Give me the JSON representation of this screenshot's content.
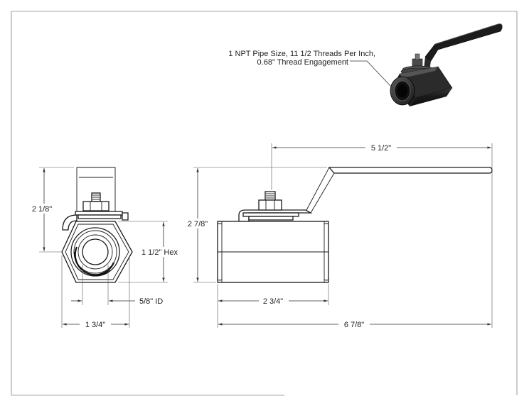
{
  "callout": {
    "line1": "1 NPT Pipe Size, 11 1/2 Threads Per Inch,",
    "line2": "0.68\" Thread Engagement"
  },
  "dimensions": {
    "front_height": "2 1/8\"",
    "hex": "1 1/2\" Hex",
    "inner_diameter": "5/8\" ID",
    "front_width": "1 3/4\"",
    "handle_length": "5 1/2\"",
    "side_height": "2 7/8\"",
    "body_length": "2 3/4\"",
    "overall_length": "6 7/8\""
  }
}
